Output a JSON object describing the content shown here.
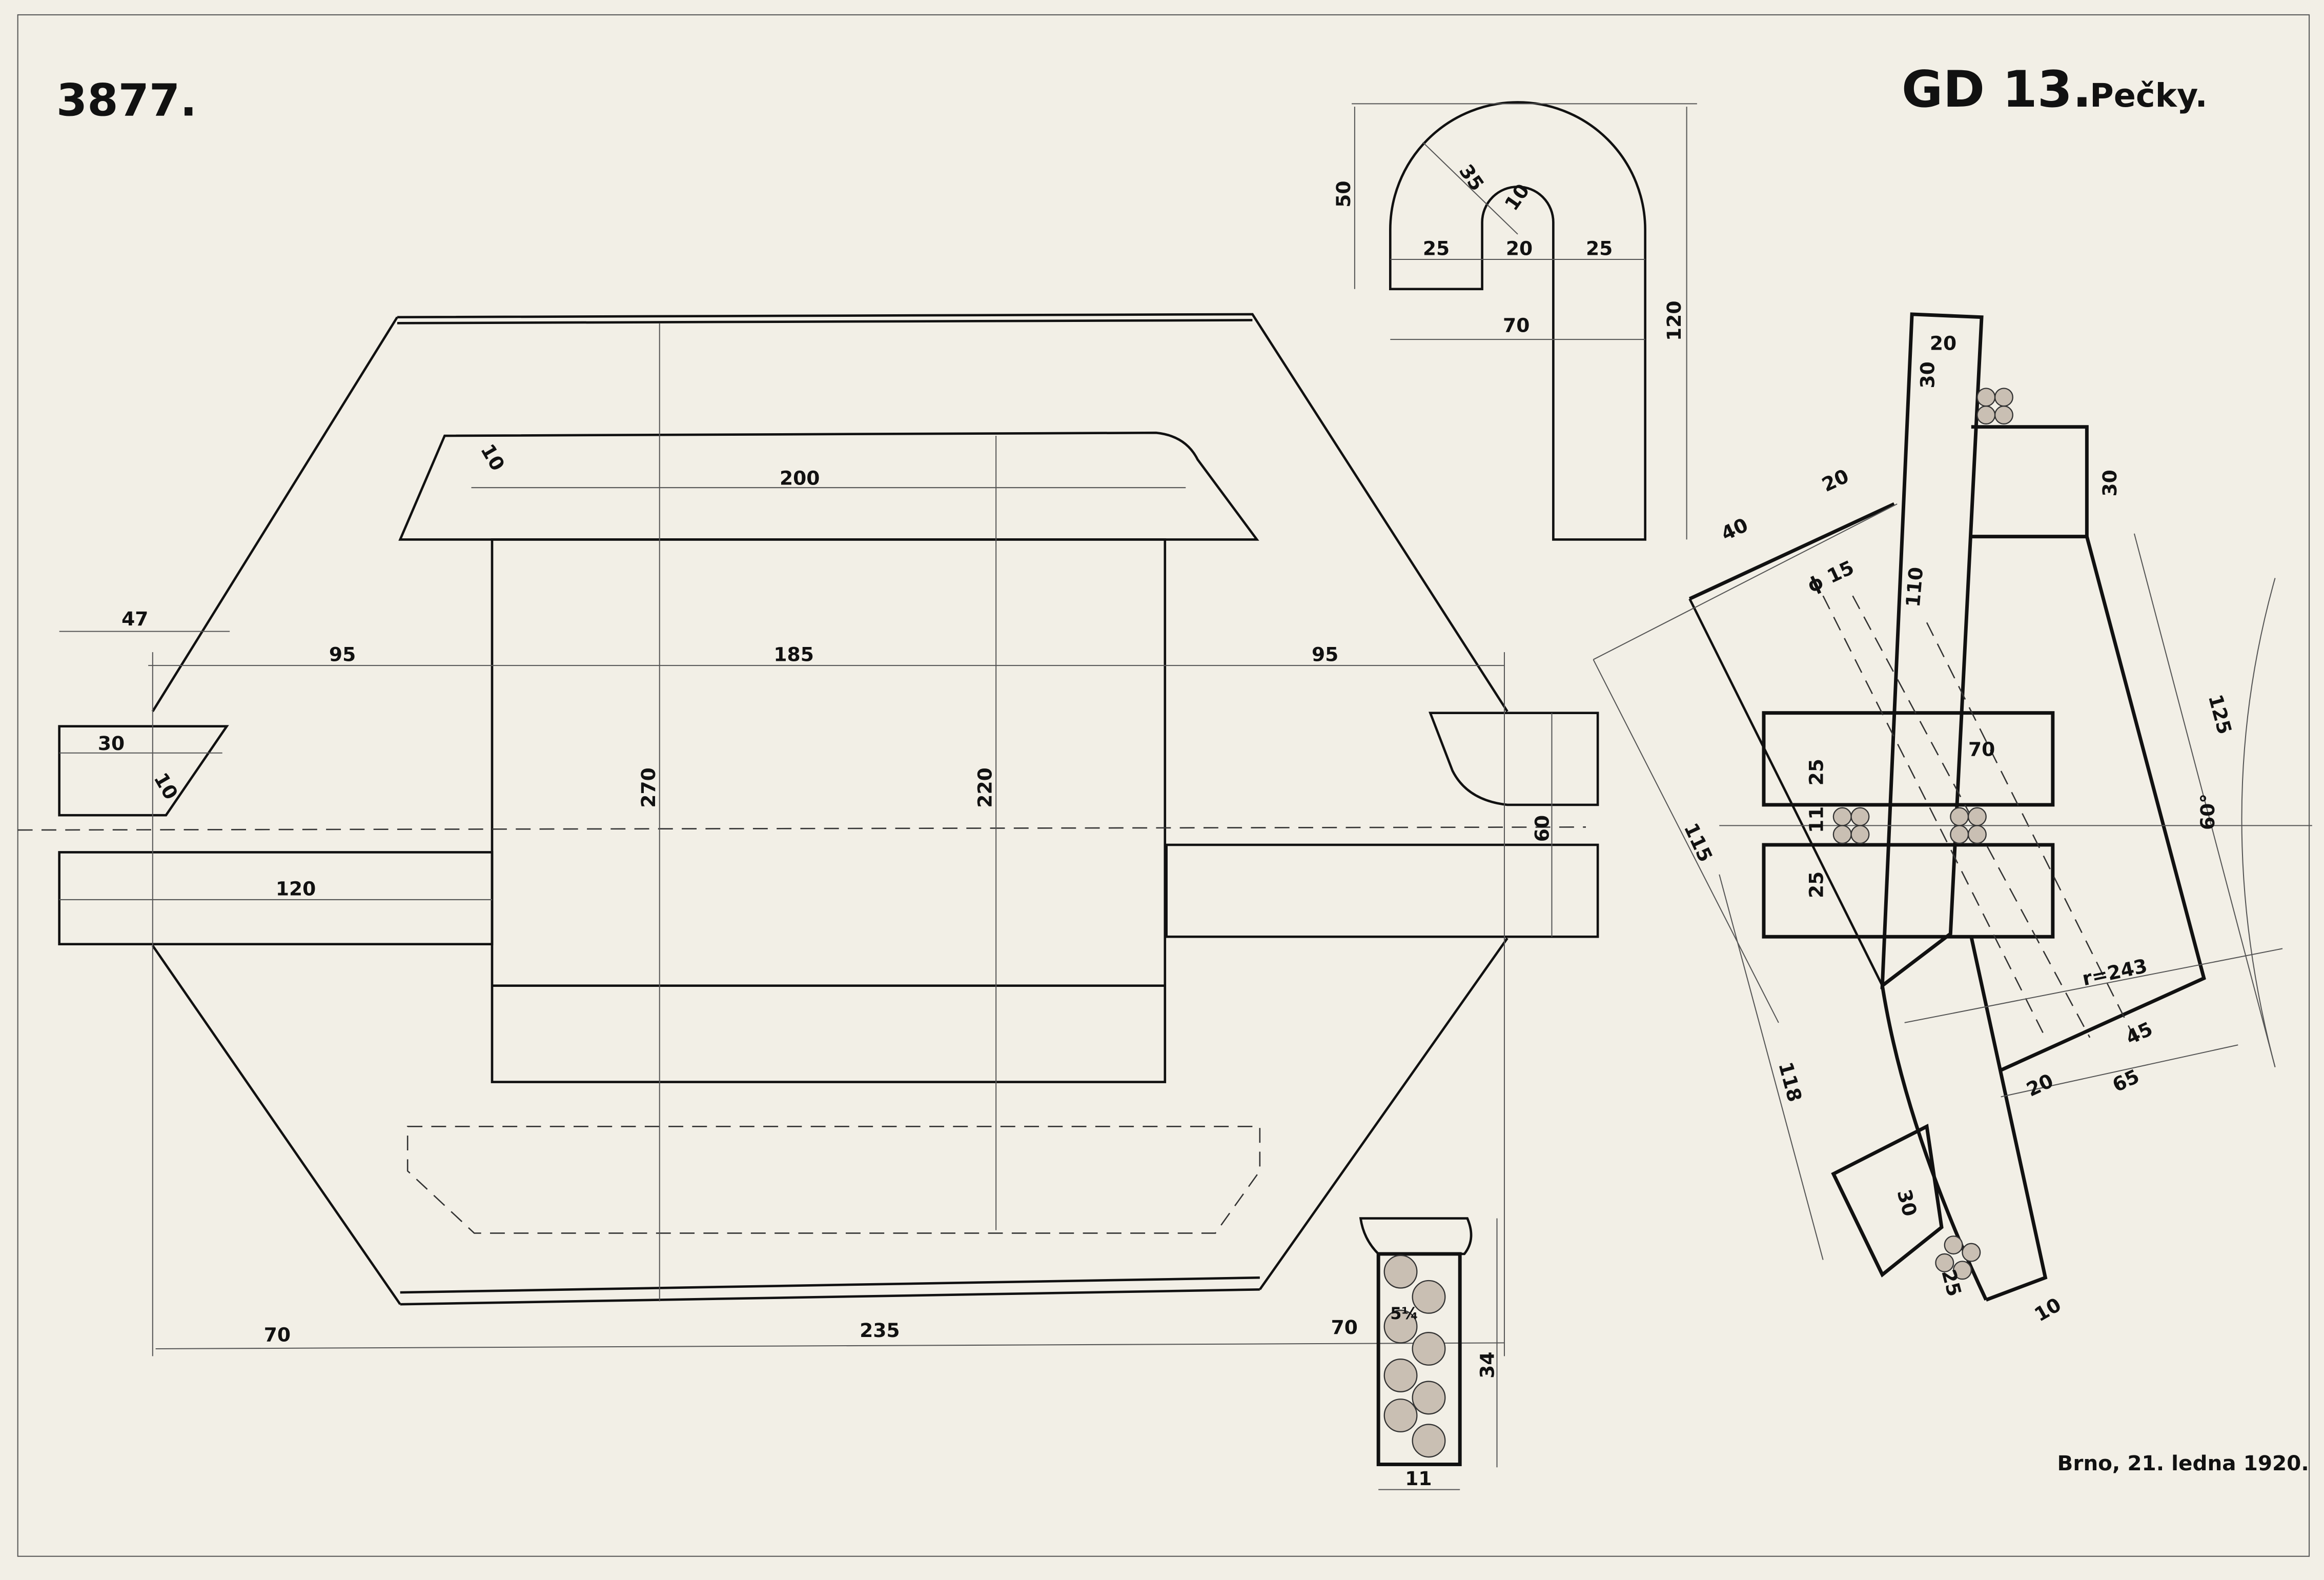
{
  "sheet": {
    "number": "3877.",
    "title": "GD 13.",
    "place": "Pečky.",
    "date": "Brno, 21. ledna 1920."
  },
  "main_view": {
    "dims": {
      "left_offset": "47",
      "left_span": "95",
      "middle_span": "185",
      "right_span": "95",
      "block_width": "30",
      "block_chamfer": "10",
      "rail_length": "120",
      "total_height": "270",
      "inner_height": "220",
      "top_width": "200",
      "corner_radius": "10",
      "gap": "60",
      "bottom_left": "70",
      "bottom_span": "235",
      "bottom_right": "70"
    }
  },
  "u_detail": {
    "dims": {
      "height_top": "50",
      "outer_radius": "35",
      "inner_radius": "10",
      "left_leg": "25",
      "slot": "20",
      "right_leg": "25",
      "width": "70",
      "total_height": "120"
    }
  },
  "side_view": {
    "dims": {
      "bar_width": "20",
      "bar_top": "30",
      "block_height": "30",
      "arm_40": "40",
      "arm_20": "20",
      "hole": "ϕ 15",
      "length_110": "110",
      "clamp_width": "70",
      "clamp_upper": "25",
      "gap": "11",
      "clamp_lower": "25",
      "length_115": "115",
      "length_125": "125",
      "angle": "60°",
      "radius": "r=243",
      "foot_45": "45",
      "foot_65": "65",
      "foot_20": "20",
      "length_118": "118",
      "lower_30": "30",
      "lower_25": "25",
      "tip_10": "10"
    }
  },
  "section": {
    "dims": {
      "wire": "5¼",
      "height": "34",
      "width": "11"
    }
  }
}
